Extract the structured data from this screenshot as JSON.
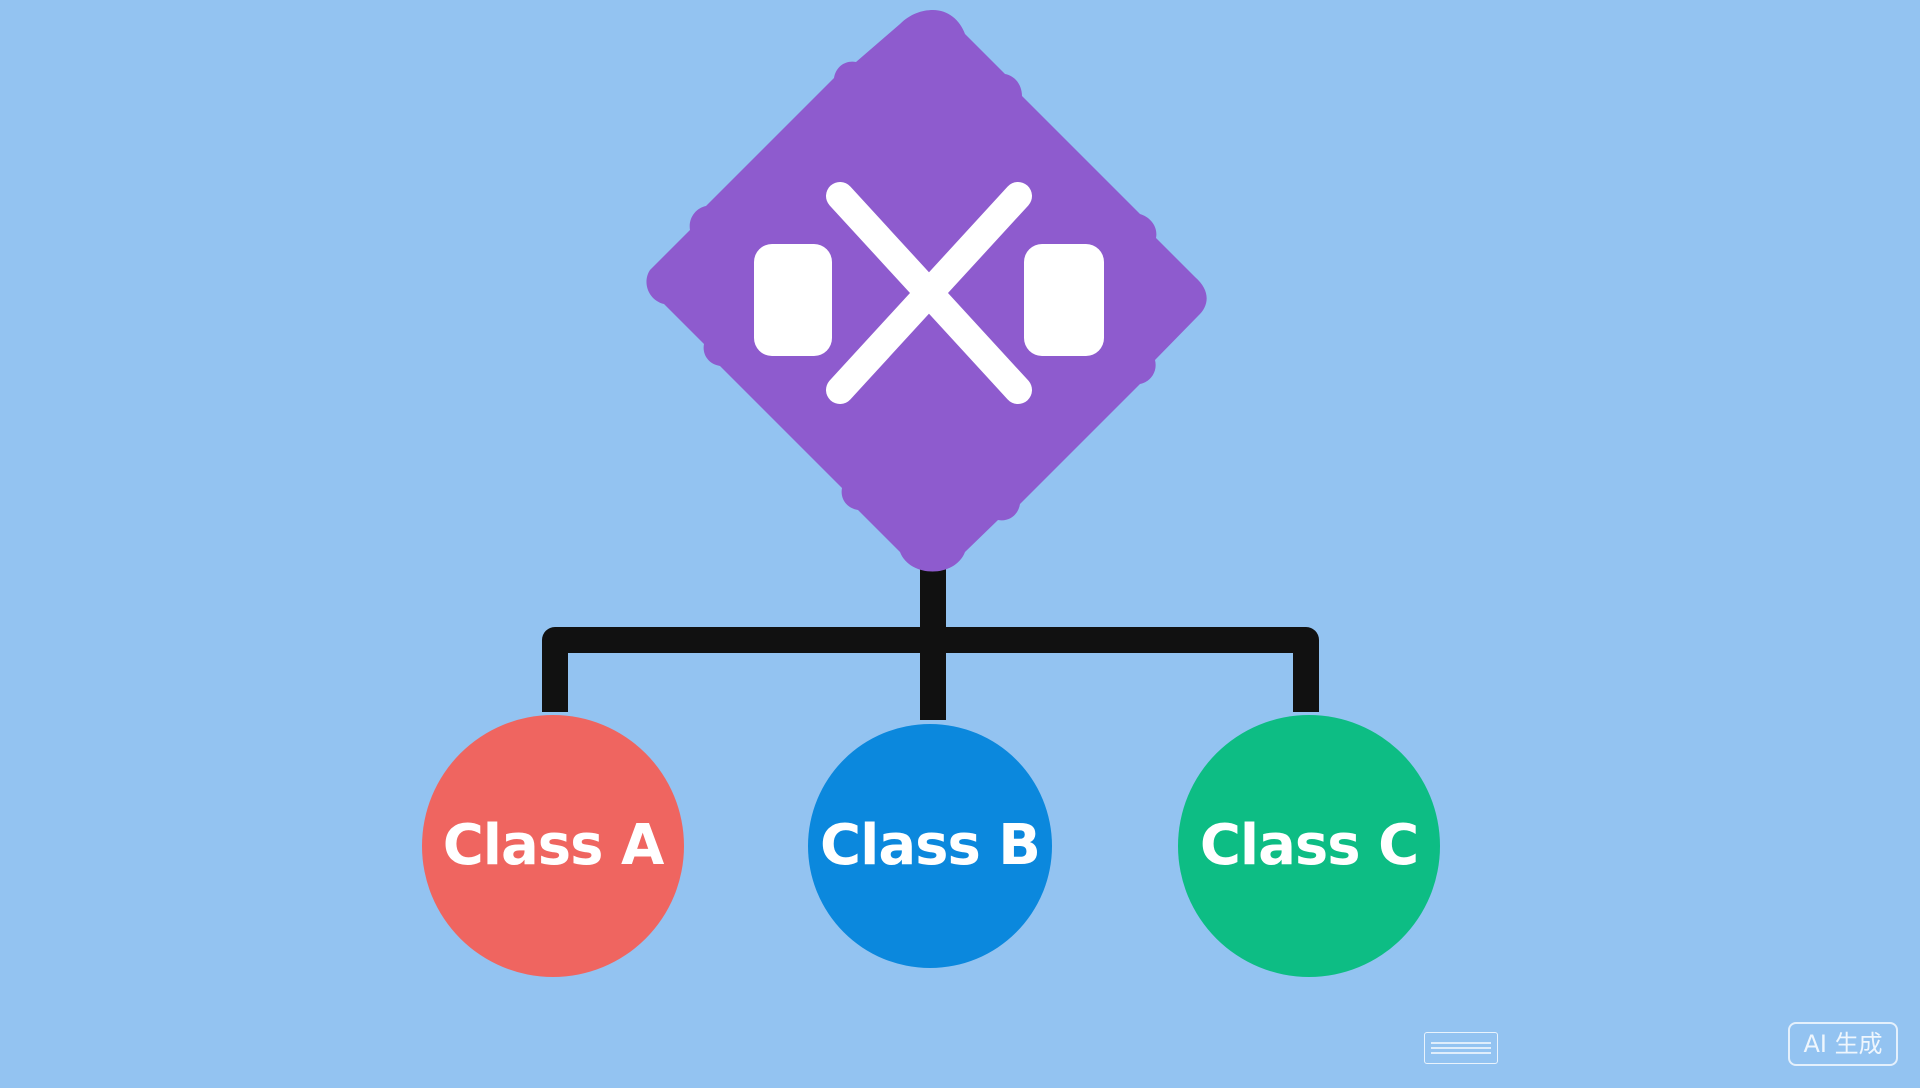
{
  "colors": {
    "background": "#93c3f1",
    "root": "#8e5bce",
    "connector": "#111111",
    "class_a": "#ef6560",
    "class_b": "#0b88dd",
    "class_c": "#0dbd84",
    "glyph": "#ffffff"
  },
  "root": {
    "icon": "x-cross-icon"
  },
  "classes": [
    {
      "label": "Class A"
    },
    {
      "label": "Class B"
    },
    {
      "label": "Class C"
    }
  ],
  "watermark": {
    "text": "AI 生成"
  }
}
